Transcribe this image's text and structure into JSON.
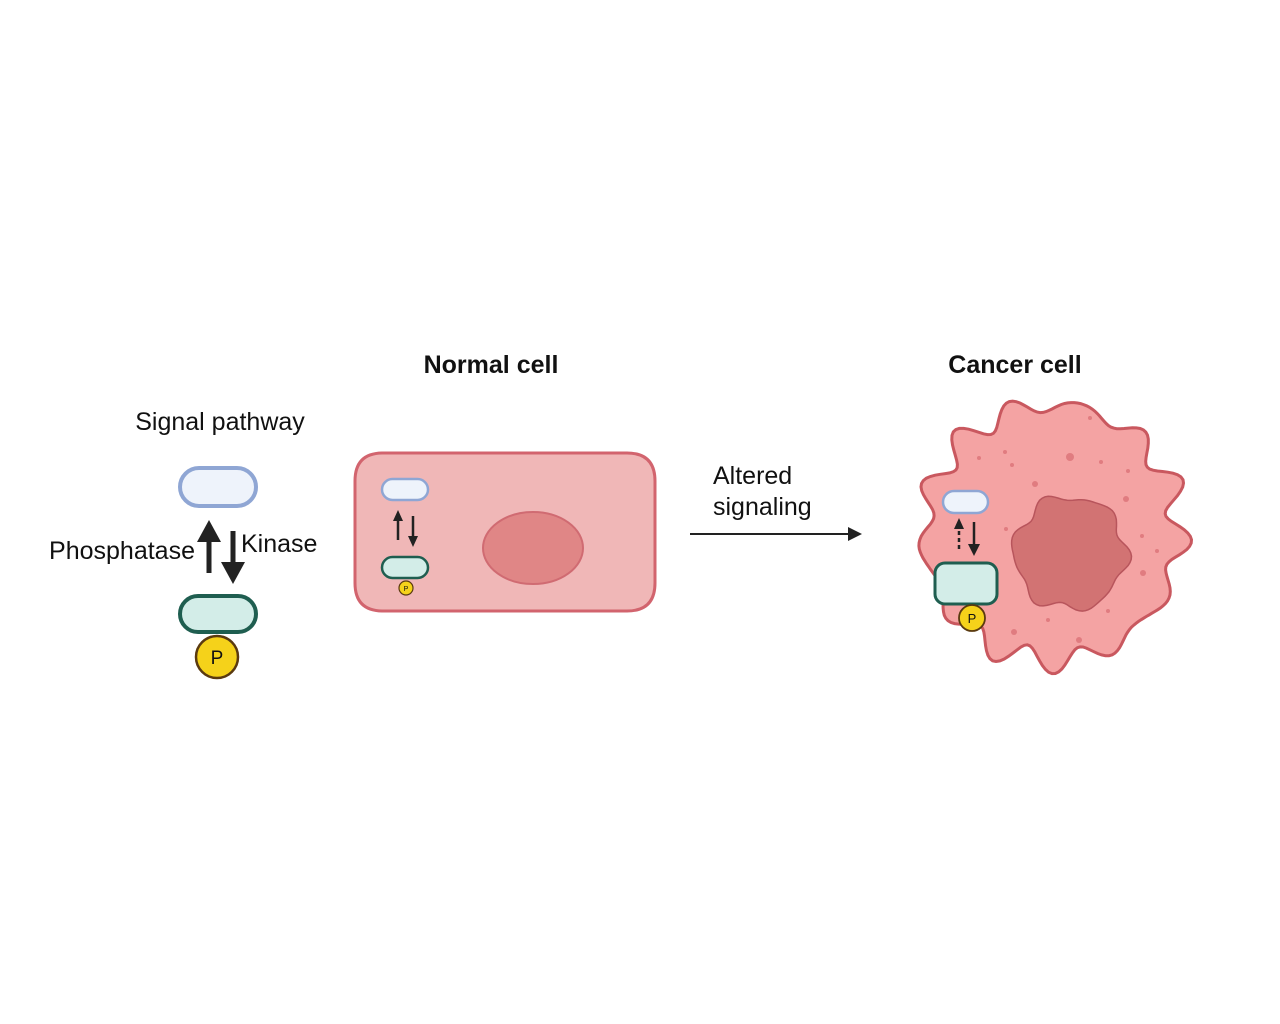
{
  "signal_pathway": {
    "title": "Signal pathway",
    "phosphatase": "Phosphatase",
    "kinase": "Kinase",
    "phospho_label": "P"
  },
  "normal_cell": {
    "title": "Normal cell",
    "phospho_label": "P"
  },
  "transition": {
    "line1": "Altered",
    "line2": "signaling"
  },
  "cancer_cell": {
    "title": "Cancer cell",
    "phospho_label": "P"
  },
  "colors": {
    "cell_fill": "#f0b7b7",
    "cell_stroke": "#d2646e",
    "cancer_fill": "#f4a3a3",
    "nucleus": "#d27373",
    "inactive_fill": "#eef3fb",
    "inactive_stroke": "#8fa6d4",
    "active_fill": "#d3ede8",
    "active_stroke": "#1f5e50",
    "phosphate": "#f5d21a"
  }
}
